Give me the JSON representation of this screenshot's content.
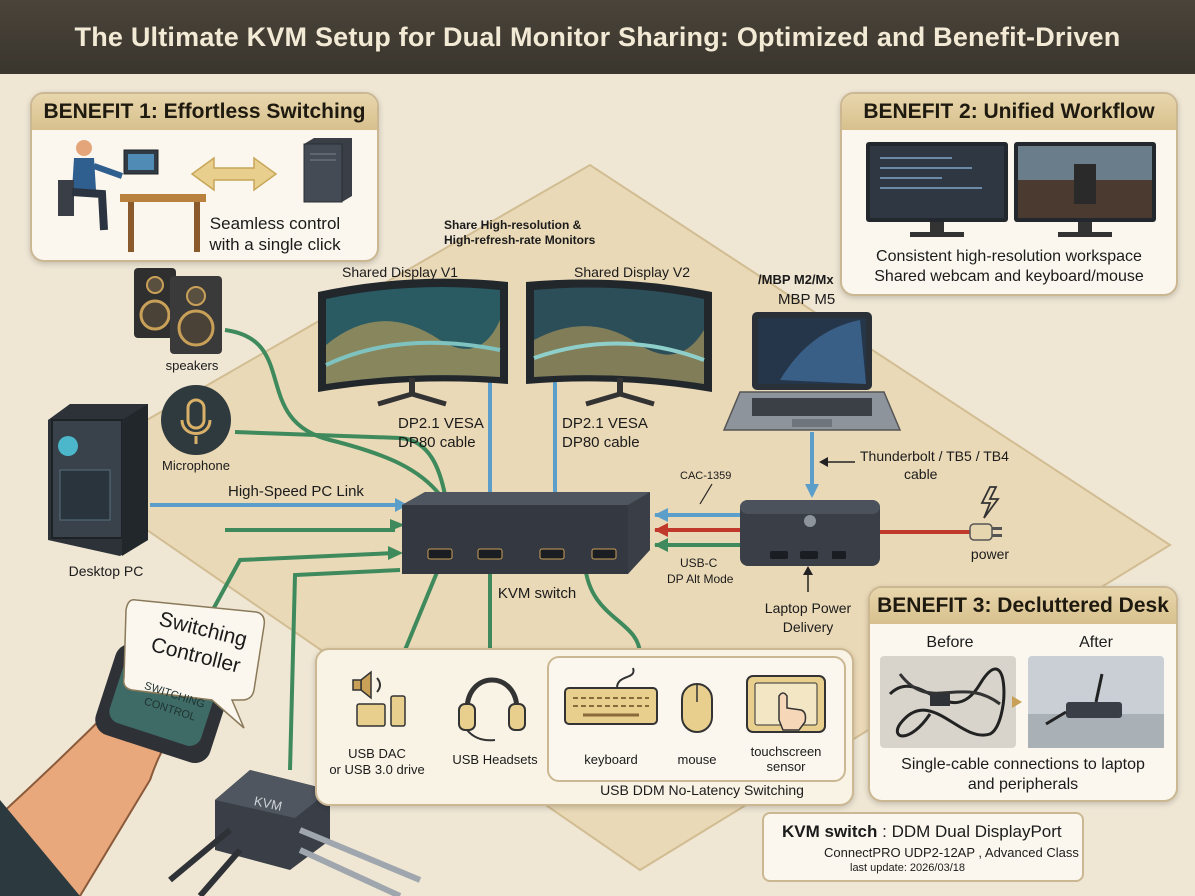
{
  "title": "The Ultimate KVM Setup for Dual Monitor Sharing: Optimized and Benefit-Driven",
  "benefit1": {
    "heading": "BENEFIT 1: Effortless Switching",
    "caption_line1": "Seamless control",
    "caption_line2": "with a single click"
  },
  "benefit2": {
    "heading": "BENEFIT 2: Unified Workflow",
    "caption_line1": "Consistent high-resolution workspace",
    "caption_line2": "Shared webcam and keyboard/mouse"
  },
  "benefit3": {
    "heading": "BENEFIT 3: Decluttered Desk",
    "before": "Before",
    "after": "After",
    "caption_line1": "Single-cable connections to laptop",
    "caption_line2": "and peripherals"
  },
  "monitors_note": {
    "line1": "Share High-resolution &",
    "line2": "High-refresh-rate Monitors"
  },
  "display1": "Shared Display V1",
  "display2": "Shared Display V2",
  "cable1": {
    "line1": "DP2.1 VESA",
    "line2": "DP80 cable"
  },
  "cable2": {
    "line1": "DP2.1 VESA",
    "line2": "DP80 cable"
  },
  "laptop": {
    "line1": "/MBP M2/Mx",
    "line2": "MBP M5"
  },
  "thunderbolt": {
    "line1": "Thunderbolt / TB5 / TB4",
    "line2": "cable"
  },
  "cac": "CAC-1359",
  "usbc": {
    "line1": "USB-C",
    "line2": "DP Alt Mode"
  },
  "power": "power",
  "laptop_power": {
    "line1": "Laptop Power",
    "line2": "Delivery"
  },
  "speakers": "speakers",
  "microphone": "Microphone",
  "desktop": "Desktop PC",
  "pc_link": "High-Speed PC Link",
  "kvm_switch": "KVM switch",
  "controller_bubble": {
    "line1": "Switching",
    "line2": "Controller"
  },
  "controller_button": "SWITCHING CONTROL",
  "mini_kvm": "KVM",
  "peripherals": {
    "usb_dac_line1": "USB DAC",
    "usb_dac_line2": "or USB 3.0 drive",
    "headsets": "USB Headsets",
    "keyboard": "keyboard",
    "mouse": "mouse",
    "touch_line1": "touchscreen",
    "touch_line2": "sensor",
    "footer": "USB DDM No-Latency Switching"
  },
  "info": {
    "bold": "KVM switch",
    "line1_rest": " : DDM Dual DisplayPort",
    "line2": "ConnectPRO UDP2-12AP , Advanced Class",
    "line3": "last update: 2026/03/18"
  },
  "colors": {
    "title_bg": "#3f3a31",
    "card_header": "#dcc594",
    "cable_blue": "#5a9ec9",
    "cable_green": "#3f8a5c",
    "cable_red": "#c0392b",
    "device_dark": "#3a3f47"
  }
}
